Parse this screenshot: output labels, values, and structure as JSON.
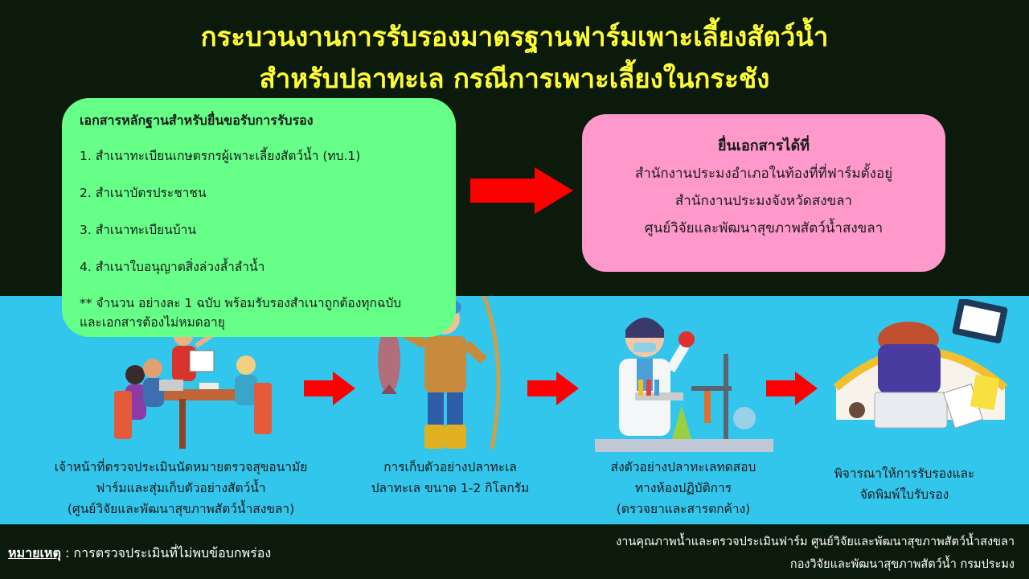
{
  "title": {
    "line1": "กระบวนงานการรับรองมาตรฐานฟาร์มเพาะเลี้ยงสัตว์น้ำ",
    "line2": "สำหรับปลาทะเล กรณีการเพาะเลี้ยงในกระชัง"
  },
  "documents": {
    "heading": "เอกสารหลักฐานสำหรับยื่นขอรับการรับรอง",
    "items": [
      "1. สำเนาทะเบียนเกษตรกรผู้เพาะเลี้ยงสัตว์น้ำ (ทบ.1)",
      "2. สำเนาบัตรประชาชน",
      "3. สำเนาทะเบียนบ้าน",
      "4. สำเนาใบอนุญาตสิ่งล่วงล้ำลำน้ำ"
    ],
    "note_line1": "** จำนวน อย่างละ 1 ฉบับ พร้อมรับรองสำเนาถูกต้องทุกฉบับ",
    "note_line2": "และเอกสารต้องไม่หมดอายุ"
  },
  "submit": {
    "heading": "ยื่นเอกสารได้ที่",
    "lines": [
      "สำนักงานประมงอำเภอในท้องที่ที่ฟาร์มตั้งอยู่",
      "สำนักงานประมงจังหวัดสงขลา",
      "ศูนย์วิจัยและพัฒนาสุขภาพสัตว์น้ำสงขลา"
    ]
  },
  "steps": [
    {
      "lines": [
        "เจ้าหน้าที่ตรวจประเมินนัดหมายตรวจสุขอนามัย",
        "ฟาร์มและสุ่มเก็บตัวอย่างสัตว์น้ำ",
        "(ศูนย์วิจัยและพัฒนาสุขภาพสัตว์น้ำสงขลา)"
      ]
    },
    {
      "lines": [
        "การเก็บตัวอย่างปลาทะเล",
        "ปลาทะเล ขนาด 1-2 กิโลกรัม"
      ]
    },
    {
      "lines": [
        "ส่งตัวอย่างปลาทะเลทดสอบ",
        "ทางห้องปฏิบัติการ",
        "(ตรวจยาและสารตกค้าง)"
      ]
    },
    {
      "lines": [
        "พิจารณาให้การรับรองและ",
        "จัดพิมพ์ใบรับรอง"
      ]
    }
  ],
  "footer": {
    "note_label": "หมายเหตุ",
    "note_text": ": การตรวจประเมินที่ไม่พบข้อบกพร่อง",
    "credit_line1": "งานคุณภาพน้ำและตรวจประเมินฟาร์ม ศูนย์วิจัยและพัฒนาสุขภาพสัตว์น้ำสงขลา",
    "credit_line2": "กองวิจัยและพัฒนาสุขภาพสัตว์น้ำ กรมประมง"
  },
  "colors": {
    "title": "#ffff33",
    "docs_box": "#66ff88",
    "submit_box": "#ff99cc",
    "mid_band": "#33c6ec",
    "dark_band": "#0c1a0c",
    "arrow": "#ff0000"
  },
  "icons": [
    "meeting-illustration-icon",
    "fisherman-illustration-icon",
    "lab-scientist-illustration-icon",
    "desk-worker-illustration-icon",
    "arrow-right-icon"
  ]
}
